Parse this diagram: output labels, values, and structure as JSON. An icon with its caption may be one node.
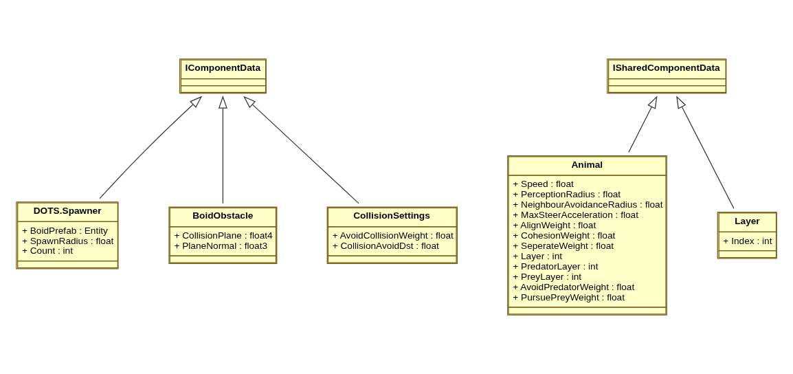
{
  "diagram": {
    "nodes": [
      {
        "text": [
          "IComponentData"
        ]
      },
      {
        "text": [
          "ISharedComponentData"
        ]
      },
      {
        "text": [
          "DOTS.Spawner",
          "+ BoidPrefab : Entity",
          "+ SpawnRadius : float",
          "+ Count : int"
        ]
      },
      {
        "text": [
          "BoidObstacle",
          "+ CollisionPlane : float4",
          "+ PlaneNormal : float3"
        ]
      },
      {
        "text": [
          "Animal",
          "+ Speed : float",
          "+ PerceptionRadius : float",
          "+ NeighbourAvoidanceRadius : float",
          "+ MaxSteerAcceleration : float",
          "+ AlignWeight : float",
          "+ CohesionWeight : float",
          "+ SeperateWeight : float",
          "+ Layer : int",
          "+ PredatorLayer : int",
          "+ PreyLayer : int",
          "+ AvoidPredatorWeight : float",
          "+ PursuePreyWeight : float"
        ]
      },
      {
        "text": [
          "CollisionSettings",
          "+ AvoidCollisionWeight : float",
          "+ CollisionAvoidDst : float"
        ]
      },
      {
        "text": [
          "Layer",
          "+ Index : int"
        ]
      }
    ],
    "edges": [
      {
        "from": 2,
        "to": 0,
        "arrow": "to"
      },
      {
        "from": 5,
        "to": 0,
        "arrow": "to"
      },
      {
        "from": 3,
        "to": 0,
        "arrow": "to"
      },
      {
        "from": 4,
        "to": 1,
        "arrow": "to"
      },
      {
        "from": 6,
        "to": 1,
        "arrow": "to"
      }
    ]
  }
}
